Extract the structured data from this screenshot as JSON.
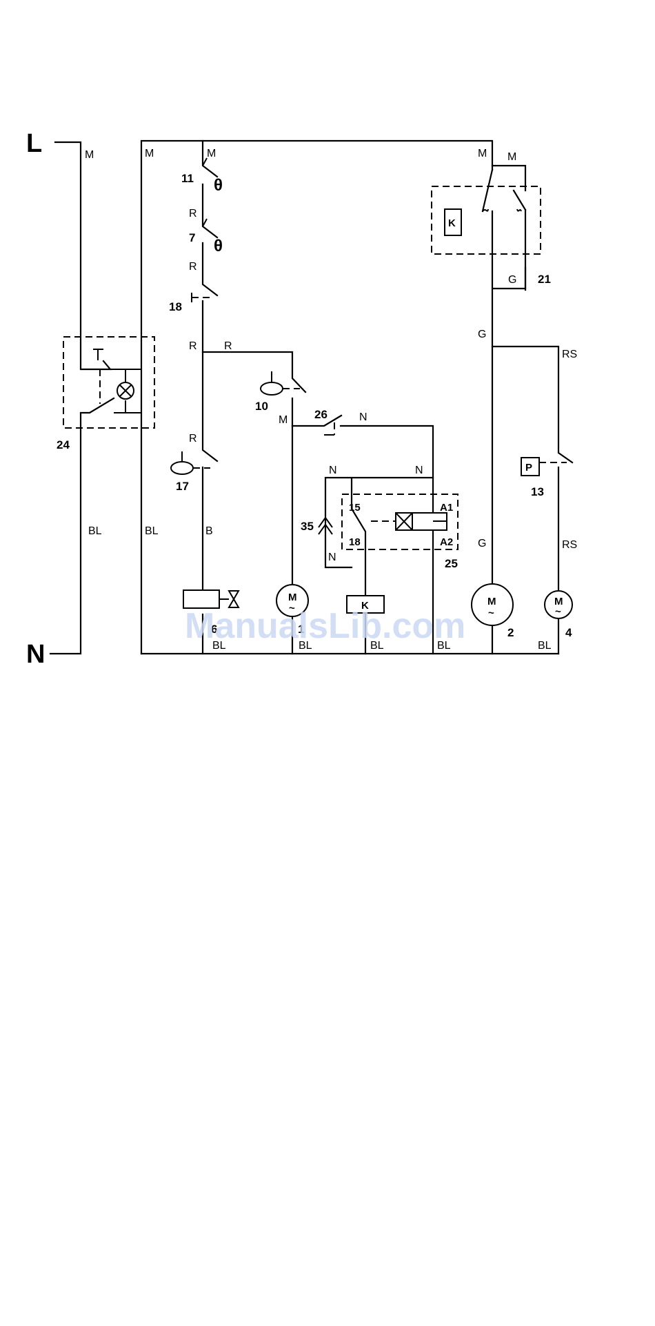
{
  "terminals": {
    "line": "L",
    "neutral": "N"
  },
  "components": {
    "c11": "11",
    "c7": "7",
    "c18": "18",
    "c10": "10",
    "c17": "17",
    "c26": "26",
    "c35": "35",
    "c24": "24",
    "c25": "25",
    "c21": "21",
    "c13": "13",
    "c6": "6",
    "c1": "1",
    "c2": "2",
    "c4": "4"
  },
  "symbols": {
    "theta": "θ",
    "relay_coil": "K",
    "pressure_switch": "P",
    "motor": "M",
    "ac": "~",
    "timer_pin15": "15",
    "timer_pin18": "18",
    "timer_A1": "A1",
    "timer_A2": "A2"
  },
  "wire_colors": {
    "M": "M",
    "R": "R",
    "B": "B",
    "N": "N",
    "G": "G",
    "RS": "RS",
    "BL": "BL"
  },
  "watermark": "ManualsLib.com",
  "colors": {
    "line": "#000000",
    "watermark": "#c9d9f5",
    "background": "#ffffff"
  }
}
